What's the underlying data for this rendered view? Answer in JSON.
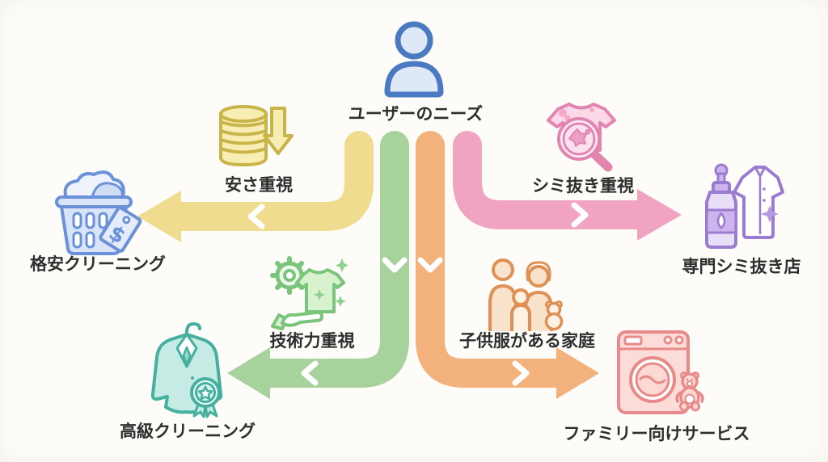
{
  "center": {
    "label": "ユーザーのニーズ",
    "icon": "user-person"
  },
  "branches": [
    {
      "id": "cheap",
      "need": "安さ重視",
      "service": "格安クリーニング",
      "direction": "left",
      "color": "#efdc8f",
      "need_icon": "coins-down-arrow-icon",
      "service_icon": "laundry-basket-price-tag-icon"
    },
    {
      "id": "stain",
      "need": "シミ抜き重視",
      "service": "専門シミ抜き店",
      "direction": "right",
      "color": "#f1a3c2",
      "need_icon": "stained-shirt-magnifier-icon",
      "service_icon": "stain-remover-bottle-shirt-icon"
    },
    {
      "id": "technique",
      "need": "技術力重視",
      "service": "高級クリーニング",
      "direction": "down-left",
      "color": "#a8d29c",
      "need_icon": "gear-shirt-hand-icon",
      "service_icon": "suit-award-ribbon-icon"
    },
    {
      "id": "family",
      "need": "子供服がある家庭",
      "service": "ファミリー向けサービス",
      "direction": "down-right",
      "color": "#f3b27c",
      "need_icon": "family-with-teddy-icon",
      "service_icon": "washing-machine-teddy-icon"
    }
  ],
  "palette": {
    "bg": "#fdfcf9",
    "text": "#2e2e2e",
    "chevron": "#ffffff",
    "arrow-yellow": "#efdc8f",
    "arrow-green": "#a8d29c",
    "arrow-orange": "#f3b27c",
    "arrow-pink": "#f1a3c2",
    "blue-stroke": "#4a7ac2",
    "blue-fill": "#dfe8f6",
    "coin-stroke": "#c9b44a",
    "coin-fill": "#f8eeb4",
    "pinkicon-stroke": "#e285b0",
    "pinkicon-fill": "#fbd9e7",
    "basket-stroke": "#6b92d8",
    "basket-fill": "#d9e4f8",
    "purple-stroke": "#9b7bd0",
    "purple-fill": "#e9def8",
    "green-stroke": "#7bc47b",
    "green-fill": "#d8f2d0",
    "orange-stroke": "#de9055",
    "orange-fill": "#fae3cc",
    "teal-stroke": "#46b0a0",
    "teal-fill": "#c5ebe4",
    "red-stroke": "#e88a8a",
    "red-fill": "#fbdcd8"
  }
}
